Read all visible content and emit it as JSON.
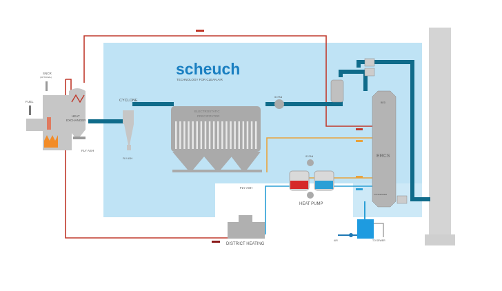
{
  "logo": {
    "name": "scheuch",
    "tagline": "TECHNOLOGY FOR CLEAN AIR"
  },
  "labels": {
    "sncr": "SNCR",
    "sncr_note": "(OPTIONAL)",
    "fuel": "FUEL",
    "heat_exchanger_1": "HEAT",
    "heat_exchanger_2": "EXCHANGER",
    "fly_ash_boiler": "FLY ASH",
    "cyclone": "CYCLONE",
    "fly_ash_cyclone": "FLY ASH",
    "esp_1": "ELECTROSTATIC",
    "esp_2": "PRECIPITATOR",
    "fly_ash_esp": "FLY ASH",
    "id_fan_1": "ID FAN",
    "id_fan_2": "ID FAN",
    "heat_pump": "HEAT PUMP",
    "district_heating": "DISTRICT HEATING",
    "ercs": "ERCS",
    "bed": "BED",
    "condenser": "CONDENSER",
    "air": "AIR",
    "to_sewer": "TO SEWER"
  },
  "colors": {
    "background_zone": "#bfe3f5",
    "duct": "#0f6b8a",
    "hot_line": "#c0392b",
    "warm_line": "#e8a33d",
    "cold_line": "#2a9fd6",
    "equipment": "#b8b8b8",
    "logo": "#1a7fc1"
  }
}
